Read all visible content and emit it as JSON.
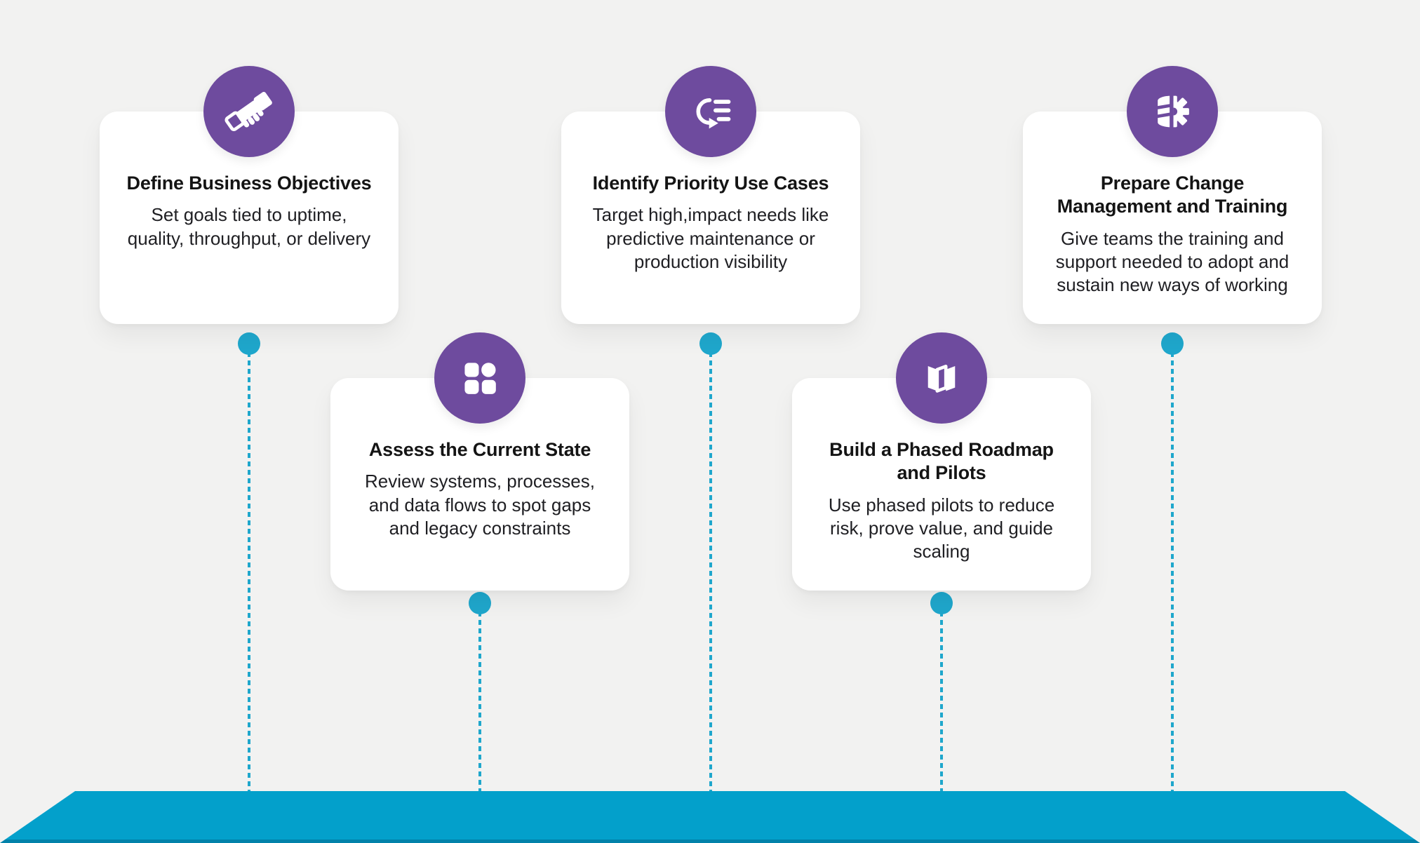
{
  "colors": {
    "background": "#F2F2F1",
    "card": "#FFFFFF",
    "icon_circle": "#6E4B9E",
    "icon_glyph": "#FFFFFF",
    "connector_teal": "#1FA7CC",
    "platform_teal": "#03A0CB",
    "platform_bottom_edge": "#0282AA",
    "title_text": "#141414",
    "body_text": "#1F1F23"
  },
  "steps": [
    {
      "title": "Define Business Objectives",
      "description": "Set goals tied to uptime, quality, throughput, or delivery",
      "icon": "handshake-icon"
    },
    {
      "title": "Assess the Current State",
      "description": "Review systems, processes, and data flows to spot gaps and legacy constraints",
      "icon": "grid-squares-icon"
    },
    {
      "title": "Identify Priority Use Cases",
      "description": "Target high,impact needs like predictive maintenance or production visibility",
      "icon": "loop-list-icon"
    },
    {
      "title": "Build a Phased Roadmap and Pilots",
      "description": "Use phased pilots to reduce risk, prove value, and guide scaling",
      "icon": "folded-map-icon"
    },
    {
      "title": "Prepare Change Management and Training",
      "description": "Give teams the training and support needed to adopt and sustain new ways of working",
      "icon": "database-gear-icon"
    }
  ]
}
